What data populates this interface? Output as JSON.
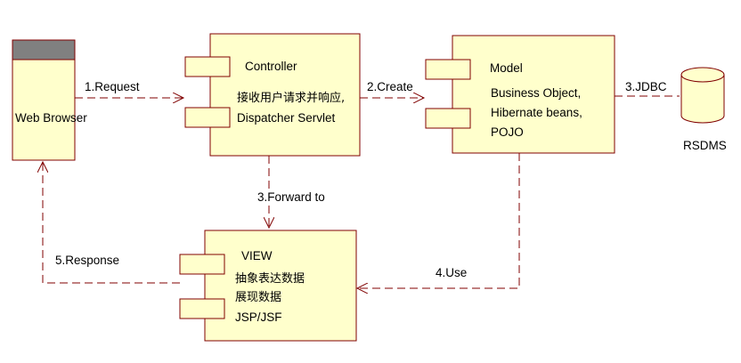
{
  "browser": {
    "label": "Web Browser"
  },
  "controller": {
    "title": "Controller",
    "line1": "接收用户请求并响应,",
    "line2": "Dispatcher Servlet"
  },
  "model": {
    "title": "Model",
    "line1": "Business Object,",
    "line2": "Hibernate beans,",
    "line3": "POJO"
  },
  "database": {
    "label": "RSDMS"
  },
  "view": {
    "title": "VIEW",
    "line1": "抽象表达数据",
    "line2": "展现数据",
    "line3": "JSP/JSF"
  },
  "arrows": {
    "request": "1.Request",
    "create": "2.Create",
    "jdbc": "3.JDBC",
    "forward": "3.Forward to",
    "use": "4.Use",
    "response": "5.Response"
  },
  "colors": {
    "box_fill": "#ffffcc",
    "stroke": "#800000",
    "header": "#808080"
  }
}
